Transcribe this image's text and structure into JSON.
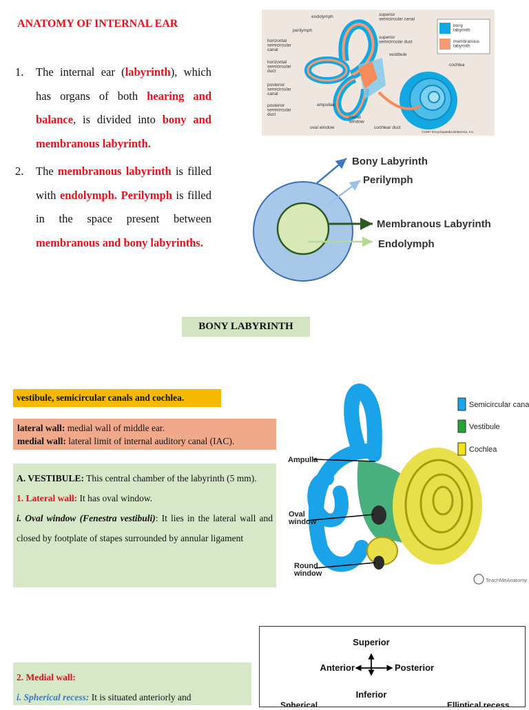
{
  "title": "ANATOMY OF INTERNAL EAR",
  "list": {
    "item1": {
      "num": "1.",
      "t1": "The internal ear (",
      "t2": "labyrinth",
      "t3": "), which has organs of both ",
      "t4": "hearing and balance",
      "t5": ", is divided into ",
      "t6": "bony and membranous labyrinth."
    },
    "item2": {
      "num": "2.",
      "t1": "The ",
      "t2": "membranous labyrinth",
      "t3": " is filled with ",
      "t4": "endolymph.",
      "t5": "Perilymph",
      "t6": " is filled in the space present between ",
      "t7": "membranous and bony labyrinths."
    }
  },
  "fig1": {
    "labels": {
      "endolymph": "endolymph",
      "perilymph": "perilymph",
      "superior_canal": "superior\nsemicircular canal",
      "superior_duct": "superior\nsemicircular duct",
      "horizontal_canal": "horizontal\nsemicircular\ncanal",
      "horizontal_duct": "horizontal\nsemicircular\nduct",
      "posterior_canal": "posterior\nsemicircular\ncanal",
      "posterior_duct": "posterior\nsemicircular\nduct",
      "ampullae": "ampullae",
      "vestibule": "vestibule",
      "cochlea": "cochlea",
      "round_window": "round\nwindow",
      "oval_window": "oval window",
      "cochlear_duct": "cochlear duct",
      "copyright": "©1997 Encyclopaedia Britannica, Inc.",
      "legend_bony": "bony\nlabyrinth",
      "legend_membranous": "membranous\nlabyrinth"
    },
    "colors": {
      "bony": "#12a7e0",
      "membranous": "#f59a72"
    }
  },
  "fig2": {
    "bony": "Bony Labyrinth",
    "perilymph": "Perilymph",
    "membranous": "Membranous Labyrinth",
    "endolymph": "Endolymph",
    "colors": {
      "outer": "#a8c8ea",
      "inner": "#d8e8b6",
      "arrow": "#3a78c2",
      "dark": "#2d5a1e"
    }
  },
  "heading": "BONY LABYRINTH",
  "yellow": "vestibule, semicircular canals and cochlea.",
  "orange": {
    "l1_bold": "lateral wall:",
    "l1": " medial wall of middle ear.",
    "l2_bold": "medial wall:",
    "l2": " lateral limit of internal auditory canal (IAC)."
  },
  "green": {
    "a_label": "A.   VESTIBULE:",
    "a_text": " This central chamber of the labyrinth (5 mm).",
    "lw_label": "1.   Lateral wall:",
    "lw_text": " It has oval window.",
    "ow_label": "i. Oval window (Fenestra vestibuli)",
    "ow_text": ": It lies in the lateral wall and closed by footplate of stapes surrounded by annular ligament"
  },
  "fig3": {
    "ampulla": "Ampulla",
    "oval": "Oval\nwindow",
    "round": "Round\nwindow",
    "legend": [
      "Semicircular canals",
      "Vestibule",
      "Cochlea"
    ],
    "legend_colors": [
      "#1aa3e8",
      "#27a33a",
      "#f2e21a"
    ],
    "credit": "TeachMeAnatomy"
  },
  "green2": {
    "mw_label": "2.   Medial wall:",
    "sr_label": "i. Spherical recess:",
    "sr_text": " It is situated anteriorly and"
  },
  "fig4": {
    "superior": "Superior",
    "inferior": "Inferior",
    "anterior": "Anterior",
    "posterior": "Posterior",
    "left_cut": "Spherical",
    "right_cut": "Elliptical recess"
  }
}
